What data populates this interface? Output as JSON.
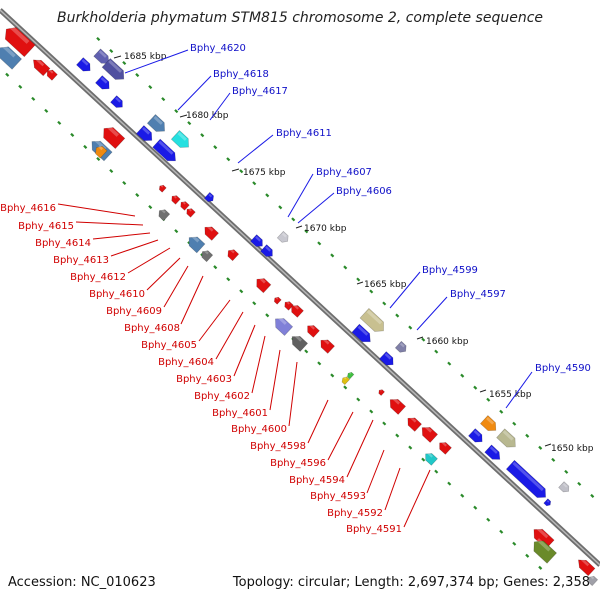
{
  "title": "Burkholderia phymatum STM815 chromosome 2, complete sequence",
  "footer": {
    "accession": "Accession: NC_010623",
    "info": "Topology: circular; Length: 2,697,374 bp; Genes: 2,358"
  },
  "ticks": [
    {
      "label": "1685 kbp"
    },
    {
      "label": "1680 kbp"
    },
    {
      "label": "1675 kbp"
    },
    {
      "label": "1670 kbp"
    },
    {
      "label": "1665 kbp"
    },
    {
      "label": "1660 kbp"
    },
    {
      "label": "1655 kbp"
    },
    {
      "label": "1650 kbp"
    }
  ],
  "genes_top": [
    {
      "label": "Bphy_4620",
      "color": "#1a1ac8"
    },
    {
      "label": "Bphy_4618",
      "color": "#1a1ac8"
    },
    {
      "label": "Bphy_4617",
      "color": "#1a1ac8"
    },
    {
      "label": "Bphy_4611",
      "color": "#1a1ac8"
    },
    {
      "label": "Bphy_4607",
      "color": "#1a1ac8"
    },
    {
      "label": "Bphy_4606",
      "color": "#1a1ac8"
    },
    {
      "label": "Bphy_4599",
      "color": "#1a1ac8"
    },
    {
      "label": "Bphy_4597",
      "color": "#1a1ac8"
    },
    {
      "label": "Bphy_4590",
      "color": "#1a1ac8"
    }
  ],
  "genes_bottom": [
    {
      "label": "Bphy_4616"
    },
    {
      "label": "Bphy_4615"
    },
    {
      "label": "Bphy_4614"
    },
    {
      "label": "Bphy_4613"
    },
    {
      "label": "Bphy_4612"
    },
    {
      "label": "Bphy_4610"
    },
    {
      "label": "Bphy_4609"
    },
    {
      "label": "Bphy_4608"
    },
    {
      "label": "Bphy_4605"
    },
    {
      "label": "Bphy_4604"
    },
    {
      "label": "Bphy_4603"
    },
    {
      "label": "Bphy_4602"
    },
    {
      "label": "Bphy_4601"
    },
    {
      "label": "Bphy_4600"
    },
    {
      "label": "Bphy_4598"
    },
    {
      "label": "Bphy_4596"
    },
    {
      "label": "Bphy_4594"
    },
    {
      "label": "Bphy_4593"
    },
    {
      "label": "Bphy_4592"
    },
    {
      "label": "Bphy_4591"
    }
  ],
  "colors": {
    "backbone": "#7a7a7a",
    "forward_strand": "#1a1ae6",
    "reverse_strand": "#e01010",
    "gc_dots": "#2a8a2a",
    "label_forward": "#1010c8",
    "label_reverse": "#d00000"
  }
}
